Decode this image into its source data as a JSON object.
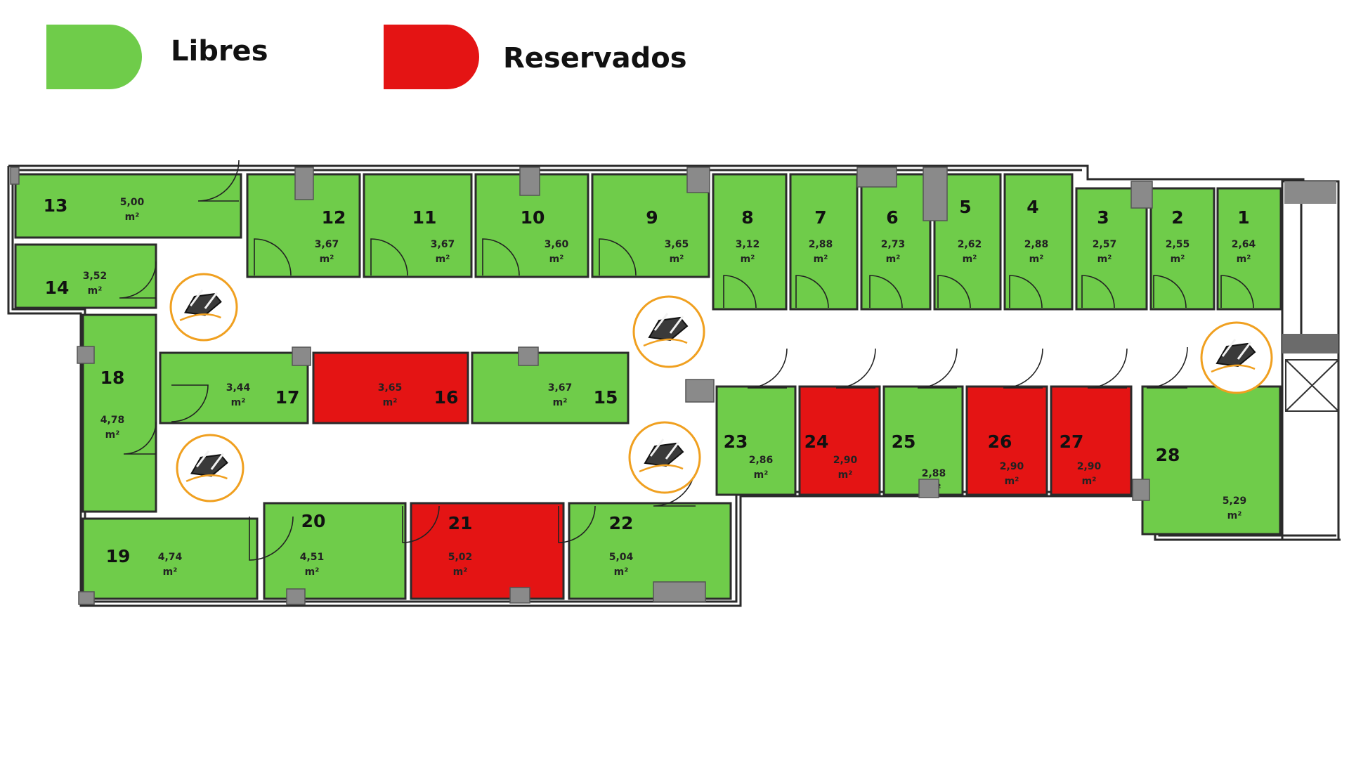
{
  "colors": {
    "free": "#6fcc4a",
    "reserved": "#e41414",
    "wall": "#2a2a2a",
    "pillar": "#8a8a8a",
    "trolley": "#f0a020"
  },
  "legend": [
    {
      "label": "Libres",
      "status": "free"
    },
    {
      "label": "Reservados",
      "status": "reserved"
    }
  ],
  "storage_units": [
    {
      "id": "1",
      "area": "2,64",
      "unit": "m²",
      "status": "free"
    },
    {
      "id": "2",
      "area": "2,55",
      "unit": "m²",
      "status": "free"
    },
    {
      "id": "3",
      "area": "2,57",
      "unit": "m²",
      "status": "free"
    },
    {
      "id": "4",
      "area": "2,88",
      "unit": "m²",
      "status": "free"
    },
    {
      "id": "5",
      "area": "2,62",
      "unit": "m²",
      "status": "free"
    },
    {
      "id": "6",
      "area": "2,73",
      "unit": "m²",
      "status": "free"
    },
    {
      "id": "7",
      "area": "2,88",
      "unit": "m²",
      "status": "free"
    },
    {
      "id": "8",
      "area": "3,12",
      "unit": "m²",
      "status": "free"
    },
    {
      "id": "9",
      "area": "3,65",
      "unit": "m²",
      "status": "free"
    },
    {
      "id": "10",
      "area": "3,60",
      "unit": "m²",
      "status": "free"
    },
    {
      "id": "11",
      "area": "3,67",
      "unit": "m²",
      "status": "free"
    },
    {
      "id": "12",
      "area": "3,67",
      "unit": "m²",
      "status": "free"
    },
    {
      "id": "13",
      "area": "5,00",
      "unit": "m²",
      "status": "free"
    },
    {
      "id": "14",
      "area": "3,52",
      "unit": "m²",
      "status": "free"
    },
    {
      "id": "15",
      "area": "3,67",
      "unit": "m²",
      "status": "free"
    },
    {
      "id": "16",
      "area": "3,65",
      "unit": "m²",
      "status": "reserved"
    },
    {
      "id": "17",
      "area": "3,44",
      "unit": "m²",
      "status": "free"
    },
    {
      "id": "18",
      "area": "4,78",
      "unit": "m²",
      "status": "free"
    },
    {
      "id": "19",
      "area": "4,74",
      "unit": "m²",
      "status": "free"
    },
    {
      "id": "20",
      "area": "4,51",
      "unit": "m²",
      "status": "free"
    },
    {
      "id": "21",
      "area": "5,02",
      "unit": "m²",
      "status": "reserved"
    },
    {
      "id": "22",
      "area": "5,04",
      "unit": "m²",
      "status": "free"
    },
    {
      "id": "23",
      "area": "2,86",
      "unit": "m²",
      "status": "free"
    },
    {
      "id": "24",
      "area": "2,90",
      "unit": "m²",
      "status": "reserved"
    },
    {
      "id": "25",
      "area": "2,88",
      "unit": "m²",
      "status": "free"
    },
    {
      "id": "26",
      "area": "2,90",
      "unit": "m²",
      "status": "reserved"
    },
    {
      "id": "27",
      "area": "2,90",
      "unit": "m²",
      "status": "reserved"
    },
    {
      "id": "28",
      "area": "5,29",
      "unit": "m²",
      "status": "free"
    }
  ],
  "trolley_icons": [
    {
      "icon": "trolley-icon"
    },
    {
      "icon": "trolley-icon"
    },
    {
      "icon": "trolley-icon"
    },
    {
      "icon": "trolley-icon"
    },
    {
      "icon": "trolley-icon"
    }
  ]
}
